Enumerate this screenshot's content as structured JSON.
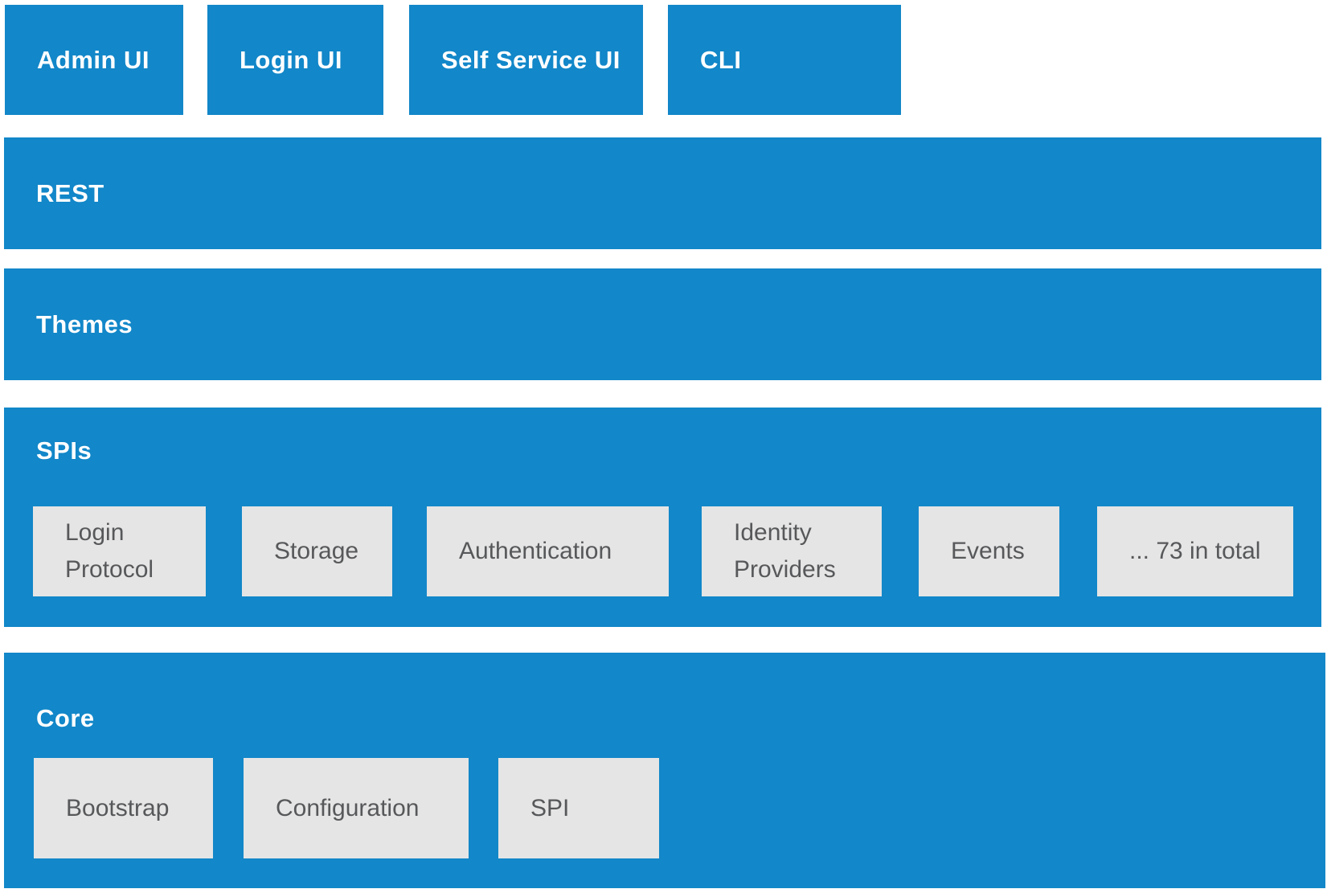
{
  "colors": {
    "primary_blue": "#1287c9",
    "inner_box_gray": "#e5e5e5",
    "inner_box_text": "#57585a",
    "layer_label_text": "#ffffff"
  },
  "top_row": {
    "boxes": [
      {
        "label": "Admin UI"
      },
      {
        "label": "Login UI"
      },
      {
        "label": "Self Service UI"
      },
      {
        "label": "CLI"
      }
    ]
  },
  "rest_layer": {
    "label": "REST"
  },
  "themes_layer": {
    "label": "Themes"
  },
  "spis_layer": {
    "label": "SPIs",
    "boxes": [
      {
        "label": "Login Protocol"
      },
      {
        "label": "Storage"
      },
      {
        "label": "Authentication"
      },
      {
        "label": "Identity Providers"
      },
      {
        "label": "Events"
      },
      {
        "label": "... 73 in total"
      }
    ]
  },
  "core_layer": {
    "label": "Core",
    "boxes": [
      {
        "label": "Bootstrap"
      },
      {
        "label": "Configuration"
      },
      {
        "label": "SPI"
      }
    ]
  }
}
